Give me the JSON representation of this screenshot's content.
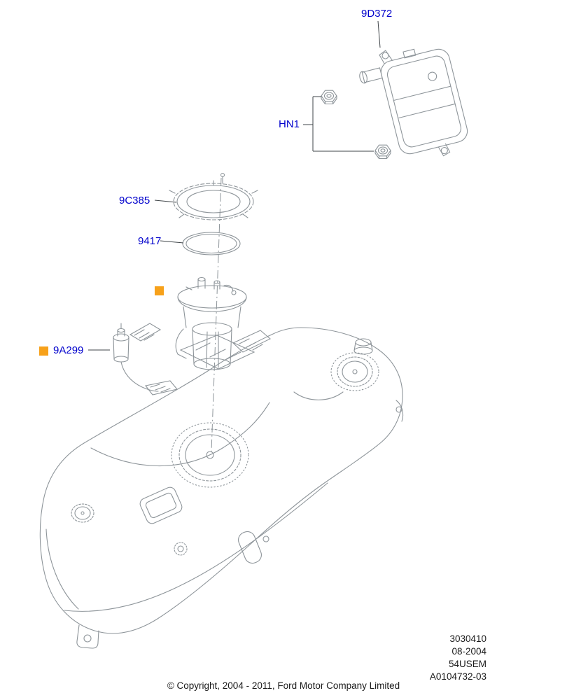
{
  "labels": {
    "part_9d372": "9D372",
    "part_hn1": "HN1",
    "part_9c385": "9C385",
    "part_9417": "9417",
    "part_9a299": "9A299"
  },
  "footer": {
    "doc_number": "3030410",
    "date": "08-2004",
    "market_code": "54USEM",
    "drawing_number": "A0104732-03",
    "copyright": "© Copyright, 2004 - 2011, Ford Motor Company Limited"
  },
  "colors": {
    "part_label_blue": "#0000CC",
    "marker_orange": "#F7A11A",
    "artwork_line_gray": "#8E959A",
    "leader_line_dark": "#3F4448"
  },
  "icons": {
    "marker_square": "selected-part-marker"
  }
}
